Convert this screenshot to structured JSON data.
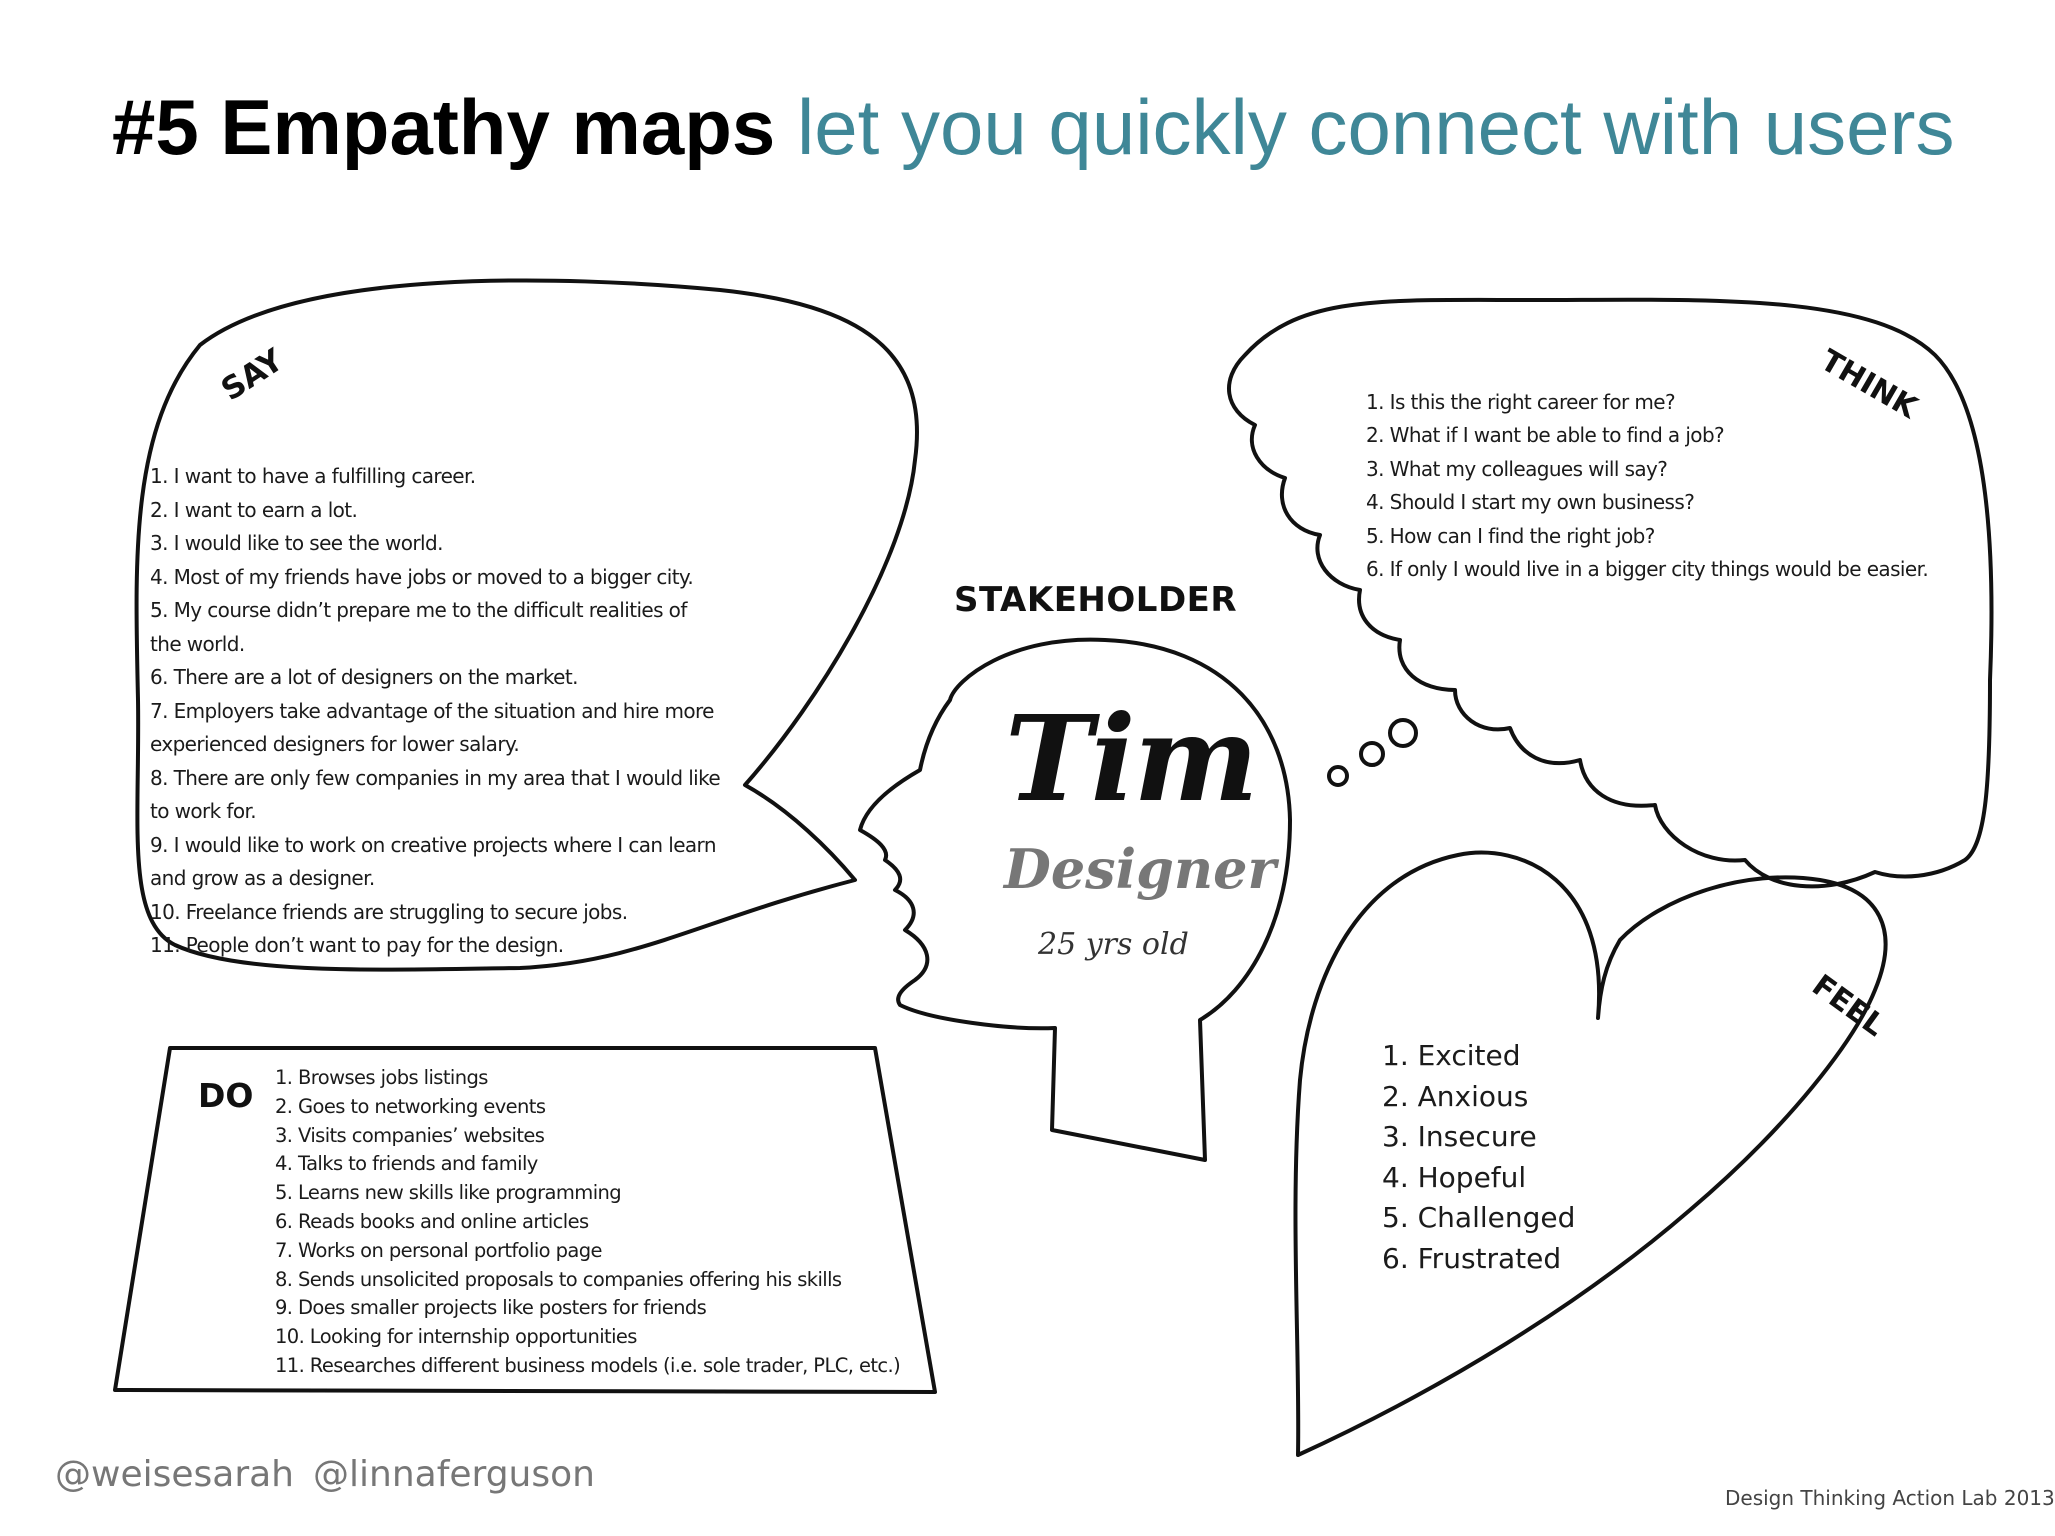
{
  "title": {
    "main": "#5 Empathy maps",
    "subtitle": "let you quickly connect with users"
  },
  "labels": {
    "say": "SAY",
    "think": "THINK",
    "feel": "FEEL",
    "do": "DO",
    "stakeholder": "STAKEHOLDER"
  },
  "persona": {
    "name": "Tim",
    "role": "Designer",
    "age": "25 yrs old"
  },
  "say_items": [
    "1. I want to have a fulfilling career.",
    "2. I want to earn a lot.",
    "3. I would like to see the world.",
    "4. Most of my friends have jobs or moved to a bigger city.",
    "5. My course didn’t prepare me to the difficult realities of",
    "the world.",
    "6. There are a lot of designers on the market.",
    "7. Employers take advantage of the situation and hire more",
    "experienced designers for lower salary.",
    "8. There are only few companies in my area that I would like",
    "to work for.",
    "9. I would like to work on creative projects where I can learn",
    "and grow as a designer.",
    "10. Freelance friends are struggling to secure jobs.",
    "11. People don’t want to pay for the design."
  ],
  "think_items": [
    "1. Is this the right career for me?",
    "2. What if I want be able to find a job?",
    "3. What my colleagues will say?",
    "4. Should I start my own business?",
    "5. How can I find the right job?",
    "6. If only I would live in a bigger city things would be easier."
  ],
  "feel_items": [
    "1. Excited",
    "2. Anxious",
    "3. Insecure",
    "4. Hopeful",
    "5. Challenged",
    "6. Frustrated"
  ],
  "do_items": [
    "1. Browses jobs listings",
    "2. Goes to networking events",
    "3. Visits companies’ websites",
    "4. Talks to friends and family",
    "5. Learns new skills like programming",
    "6. Reads books and online articles",
    "7. Works on personal portfolio page",
    "8. Sends unsolicited proposals to companies offering his skills",
    "9. Does smaller projects like posters for friends",
    "10. Looking for internship opportunities",
    "11. Researches different business models (i.e. sole trader, PLC, etc.)"
  ],
  "footer": {
    "handle_1": "@weisesarah",
    "handle_2": "@linnaferguson",
    "credit": "Design Thinking Action Lab 2013"
  },
  "colors": {
    "subtitle": "#3f8797",
    "outline": "#111111",
    "footer_text": "#777777"
  }
}
